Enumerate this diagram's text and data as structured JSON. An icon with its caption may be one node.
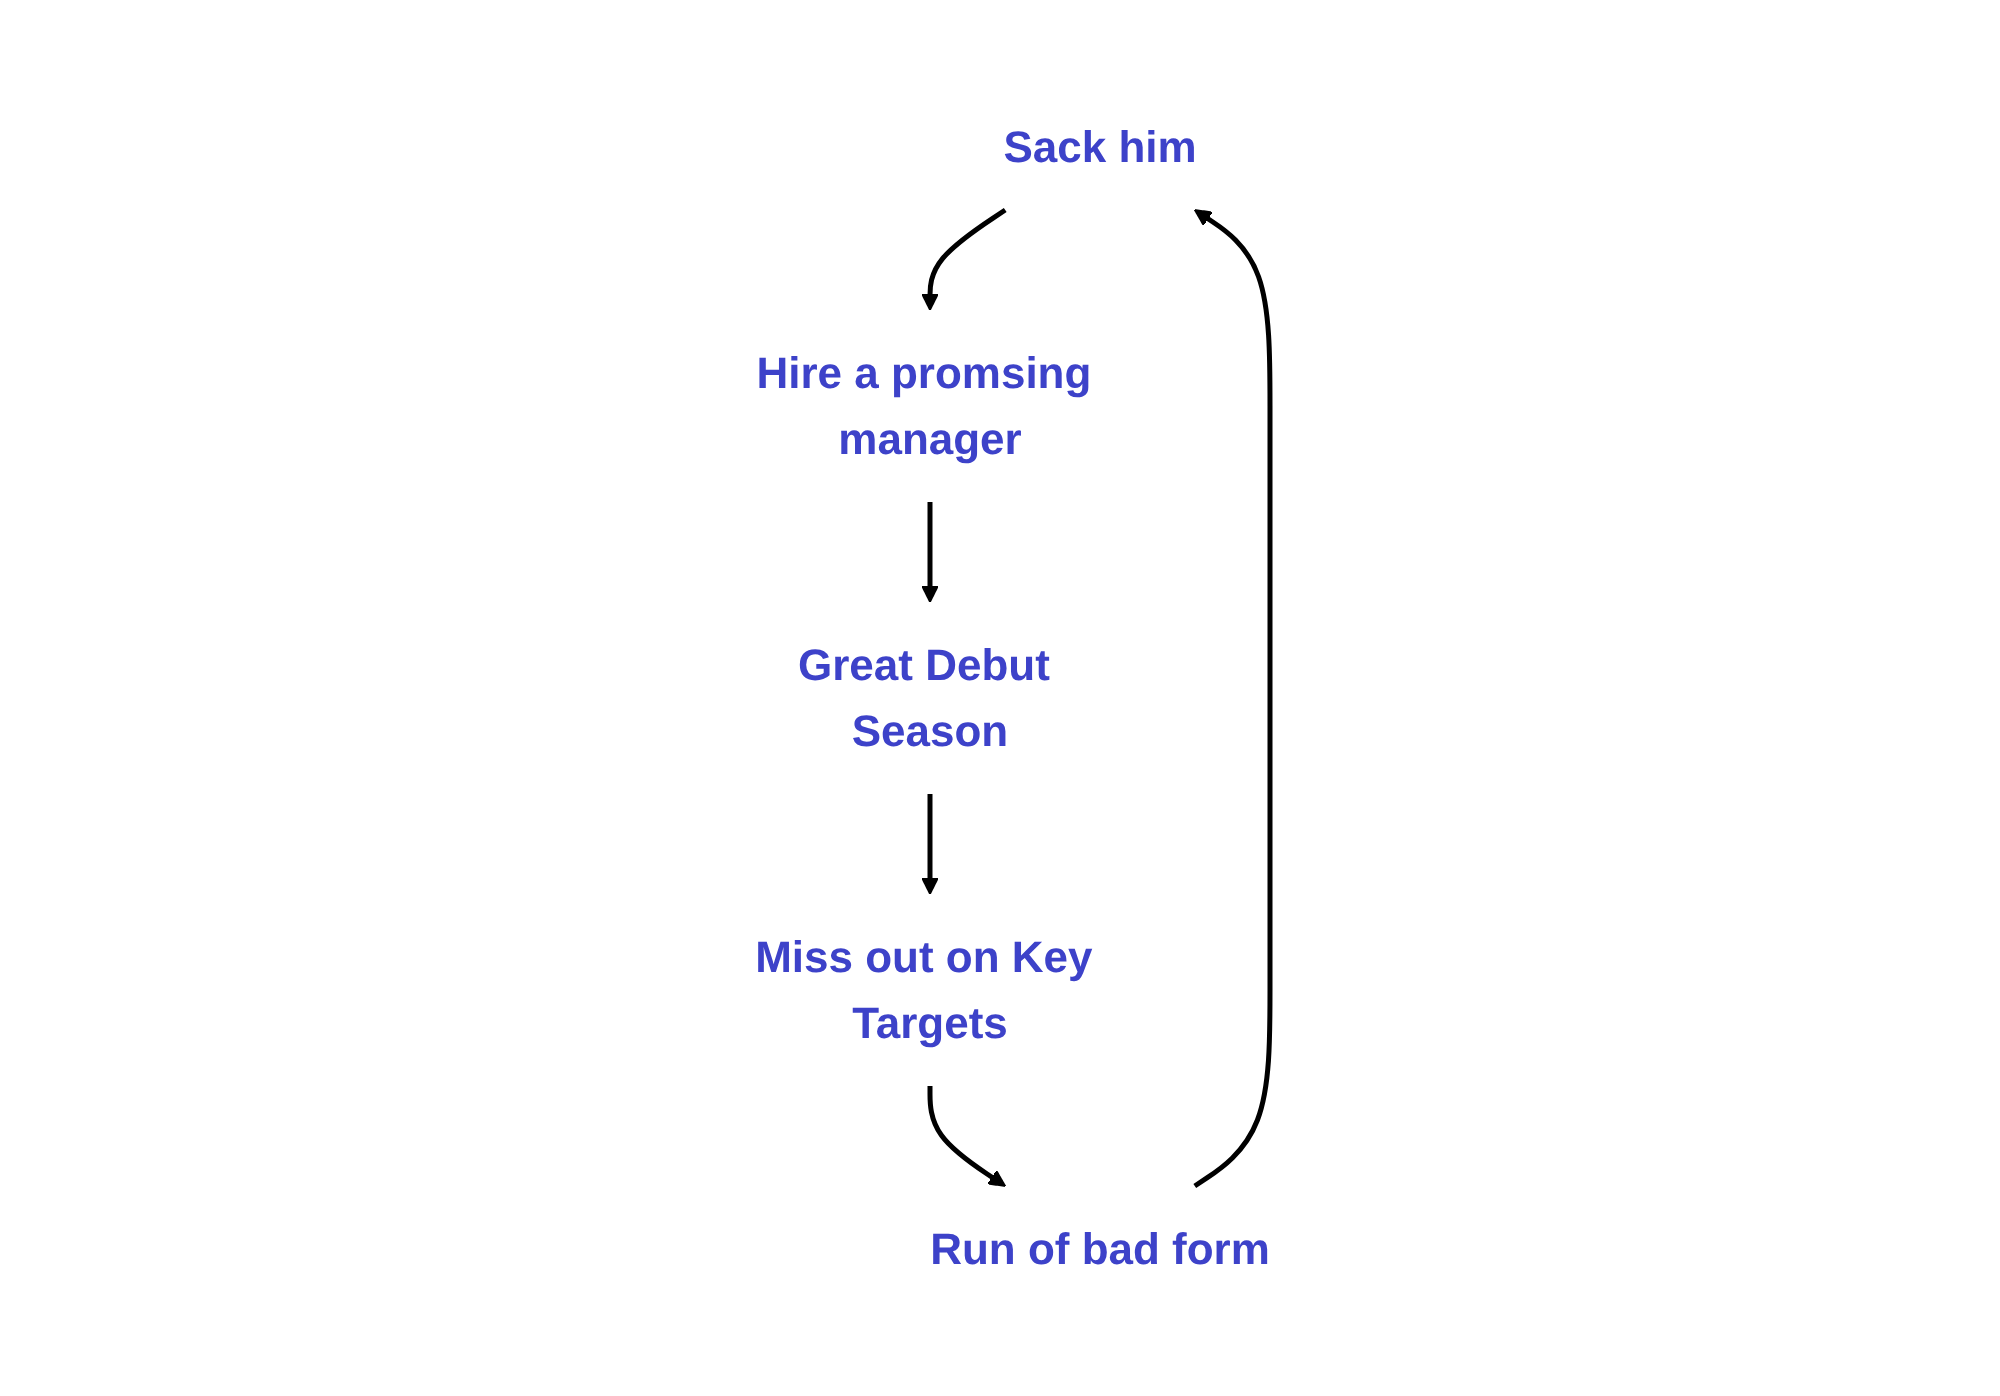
{
  "diagram": {
    "nodes": [
      {
        "text": [
          "Sack him"
        ]
      },
      {
        "text": [
          "Hire a promsing manager"
        ]
      },
      {
        "text": [
          "Great Debut Season"
        ]
      },
      {
        "text": [
          "Miss out on Key Targets"
        ]
      },
      {
        "text": [
          "Run of bad form"
        ]
      }
    ],
    "edges": [
      {
        "from": 0,
        "to": 1,
        "arrow": "to"
      },
      {
        "from": 1,
        "to": 2,
        "arrow": "to"
      },
      {
        "from": 2,
        "to": 3,
        "arrow": "to"
      },
      {
        "from": 3,
        "to": 4,
        "arrow": "to"
      },
      {
        "from": 4,
        "to": 0,
        "arrow": "to"
      }
    ]
  }
}
